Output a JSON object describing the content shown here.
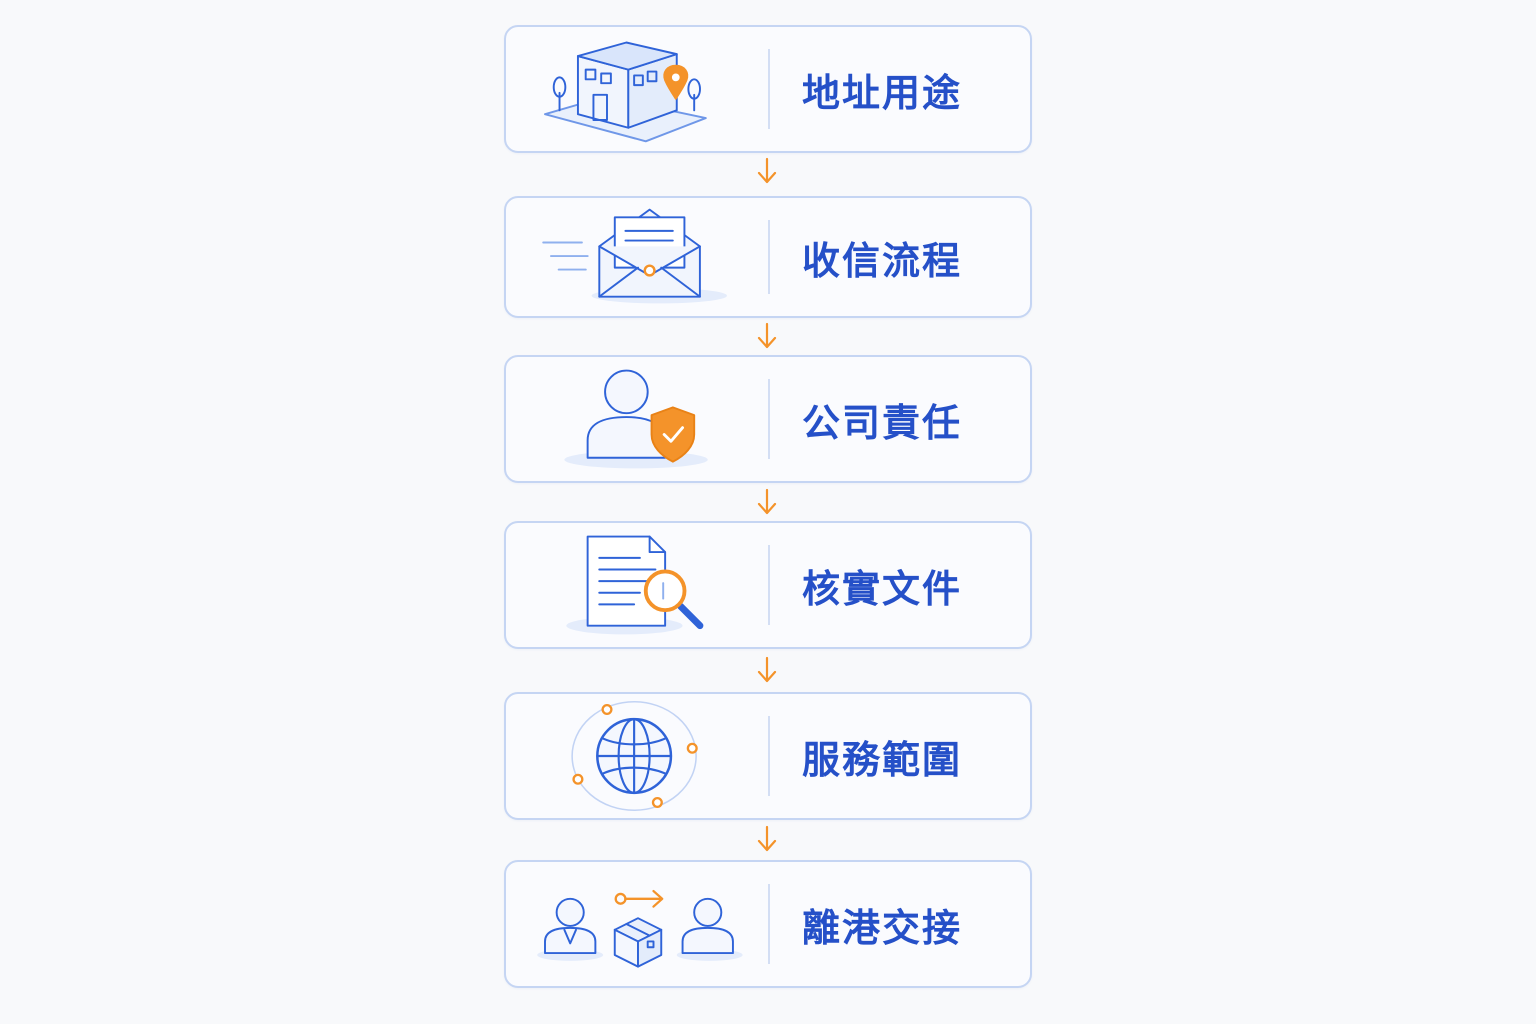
{
  "steps": [
    {
      "label": "地址用途",
      "icon": "building-location-icon"
    },
    {
      "label": "收信流程",
      "icon": "open-envelope-icon"
    },
    {
      "label": "公司責任",
      "icon": "person-shield-icon"
    },
    {
      "label": "核實文件",
      "icon": "document-magnifier-icon"
    },
    {
      "label": "服務範圍",
      "icon": "globe-orbit-icon"
    },
    {
      "label": "離港交接",
      "icon": "handover-people-box-icon"
    }
  ],
  "colors": {
    "primary_blue": "#2f63d8",
    "accent_orange": "#f4932a",
    "card_border": "#c5d5f3",
    "label_text": "#2550c8"
  }
}
